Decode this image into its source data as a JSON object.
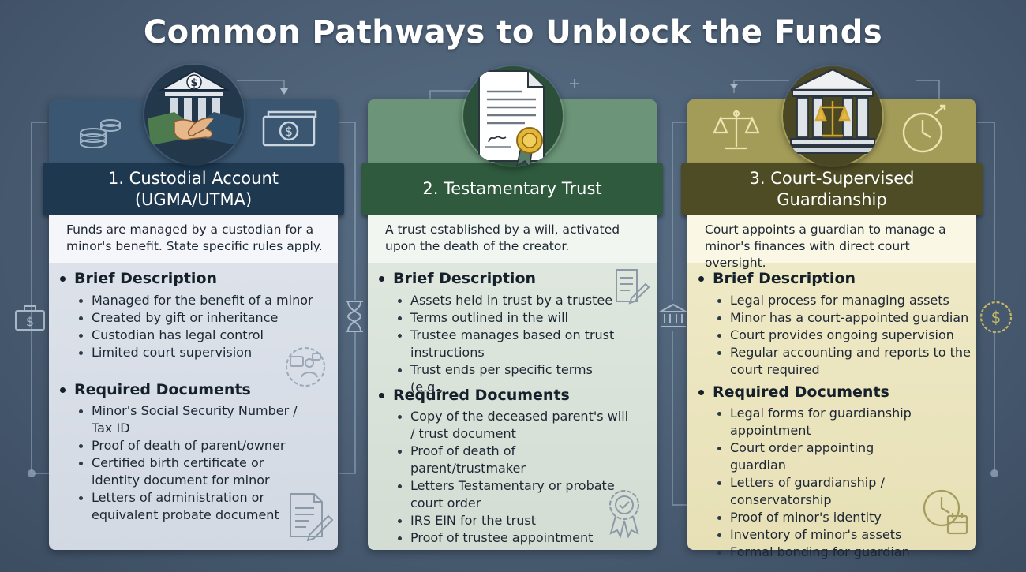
{
  "title": "Common Pathways to Unblock the Funds",
  "colors": {
    "custodial": "#1e3850",
    "testamentary": "#2f5a3e",
    "guardianship": "#4e4c25"
  },
  "columns": [
    {
      "heading": "1. Custodial Account (UGMA/UTMA)",
      "summary": "Funds are managed by a custodian for a minor's benefit. State specific rules apply.",
      "description_title": "Brief Description",
      "description": [
        "Managed for the benefit of a minor",
        "Created by gift or inheritance",
        "Custodian has legal control",
        "Limited court supervision"
      ],
      "documents_title": "Required Documents",
      "documents": [
        "Minor's Social Security Number / Tax ID",
        "Proof of death of parent/owner",
        "Certified birth certificate or identity document for minor",
        "Letters of administration or equivalent probate document"
      ],
      "icons": [
        "bank-handshake-icon",
        "coin-stack-icon",
        "dollar-bill-icon",
        "people-network-icon",
        "document-pen-icon"
      ]
    },
    {
      "heading": "2. Testamentary Trust",
      "summary": "A trust established by a will, activated upon the death of the creator.",
      "description_title": "Brief Description",
      "description": [
        "Assets held in trust by a trustee",
        "Terms outlined in the will",
        "Trustee manages based on trust instructions",
        "Trust ends per specific terms (e.g.,"
      ],
      "documents_title": "Required Documents",
      "documents": [
        "Copy of the deceased parent's will / trust document",
        "Proof of death of parent/trustmaker",
        "Letters Testamentary or probate court order",
        "IRS EIN for the trust",
        "Proof of trustee appointment"
      ],
      "icons": [
        "certificate-document-icon",
        "document-pen-icon",
        "award-seal-icon"
      ]
    },
    {
      "heading": "3. Court-Supervised Guardianship",
      "summary": "Court appoints a guardian to manage a minor's finances with direct court oversight.",
      "description_title": "Brief Description",
      "description": [
        "Legal process for managing assets",
        "Minor has a court-appointed guardian",
        "Court provides ongoing supervision",
        "Regular accounting and reports to the court required"
      ],
      "documents_title": "Required Documents",
      "documents": [
        "Legal forms for guardianship appointment",
        "Court order appointing guardian",
        "Letters of guardianship / conservatorship",
        "Proof of minor's identity",
        "Inventory of minor's assets",
        "Formal bonding for guardian"
      ],
      "icons": [
        "courthouse-scales-icon",
        "balance-scale-icon",
        "clock-icon",
        "clock-calendar-icon"
      ]
    }
  ],
  "side_icons": [
    "money-bag-icon",
    "hourglass-icon",
    "bank-icon",
    "dollar-clock-icon"
  ]
}
